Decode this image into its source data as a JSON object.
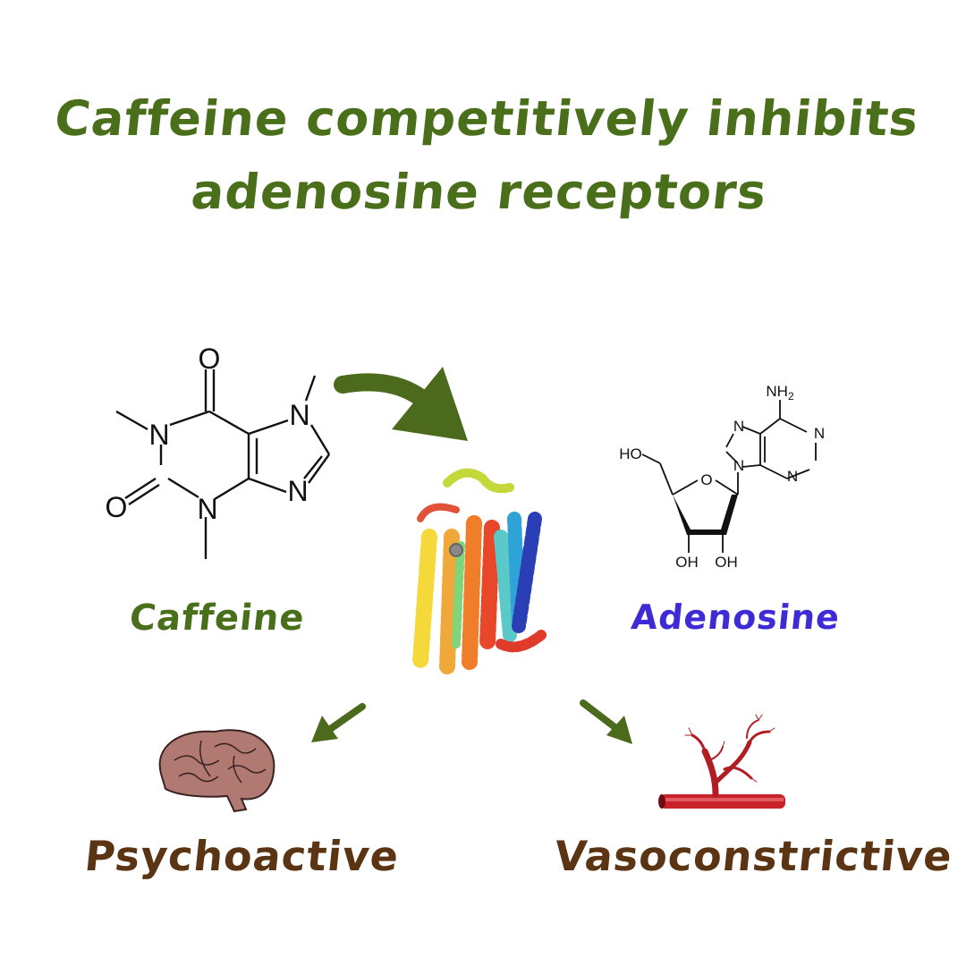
{
  "title": {
    "line1": "Caffeine competitively inhibits",
    "line2": "adenosine receptors"
  },
  "caffeine": {
    "label": "Caffeine",
    "atoms": {
      "o_top": "O",
      "o_left": "O",
      "n1": "N",
      "n3": "N",
      "n7": "N",
      "n9": "N"
    }
  },
  "adenosine": {
    "label": "Adenosine",
    "atoms": {
      "nh2": "NH",
      "nh2_sub": "2",
      "n1": "N",
      "n3": "N",
      "n7": "N",
      "n9": "N",
      "o_ring": "O",
      "ho": "HO",
      "oh1": "OH",
      "oh2": "OH"
    }
  },
  "effects": {
    "left": "Psychoactive",
    "right": "Vasoconstrictive"
  },
  "colors": {
    "title": "#4a6f1b",
    "caffeine_label": "#4a6f1b",
    "adenosine_label": "#3f2bd6",
    "effect_label": "#5a3413",
    "arrow": "#4b6a1c",
    "brain": "#b07a73",
    "vessel": "#b01e24"
  },
  "icons": {
    "receptor": "protein-helix-icon",
    "brain": "brain-icon",
    "vessel": "blood-vessel-icon"
  }
}
